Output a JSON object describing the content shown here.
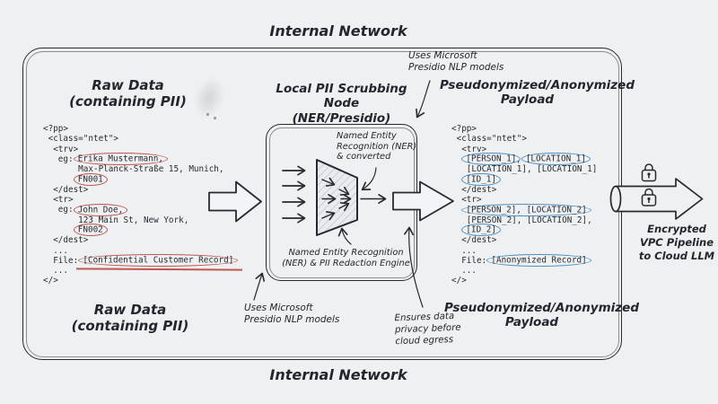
{
  "colors": {
    "background": "#eef0f2",
    "ink": "#23272d",
    "red": "#bf574f",
    "blue": "#4a90c6"
  },
  "labels": {
    "top_network": "Internal Network",
    "bottom_network": "Internal Network",
    "raw_data_title": "Raw Data\n(containing PII)",
    "raw_data_caption": "Raw Data\n(containing PII)",
    "node_title": "Local PII Scrubbing Node\n(NER/Presidio)",
    "payload_title": "Pseudonymized/Anonymized\nPayload",
    "payload_caption": "Pseudonymized/Anonymized\nPayload",
    "encrypted_pipeline": "Encrypted\nVPC Pipeline\nto Cloud LLM"
  },
  "annotations": {
    "uses_presidio_top": "Uses Microsoft\nPresidio NLP models",
    "uses_presidio_bottom": "Uses Microsoft\nPresidio NLP models",
    "ner_converted": "Named Entity\nRecognition (NER)\n& converted",
    "ner_redaction": "Named Entity Recognition\n(NER) & PII Redaction Engine",
    "ensures_privacy": "Ensures data\nprivacy before\ncloud egress"
  },
  "raw_code": {
    "lines": [
      [
        {
          "t": "<?pp>"
        }
      ],
      [
        {
          "t": " <class=\"ntet\">"
        }
      ],
      [
        {
          "t": "  <trv>"
        }
      ],
      [
        {
          "t": "   eg: "
        },
        {
          "t": "Erika Mustermann,",
          "h": "red"
        }
      ],
      [
        {
          "t": "       Max-Planck-Straße 15, Munich,"
        }
      ],
      [
        {
          "t": "       "
        },
        {
          "t": "FN001",
          "h": "red"
        }
      ],
      [
        {
          "t": "  </dest>"
        }
      ],
      [
        {
          "t": "  <tr>"
        }
      ],
      [
        {
          "t": "   eg: "
        },
        {
          "t": "John Doe,",
          "h": "red"
        }
      ],
      [
        {
          "t": "       123 Main St, New York,"
        }
      ],
      [
        {
          "t": "       "
        },
        {
          "t": "FN002",
          "h": "red"
        }
      ],
      [
        {
          "t": "  </dest>"
        }
      ],
      [
        {
          "t": "  ..."
        }
      ],
      [
        {
          "t": "  File: "
        },
        {
          "t": "[Confidential Customer Record]",
          "h": "red",
          "u": true
        }
      ],
      [
        {
          "t": "  ..."
        }
      ],
      [
        {
          "t": "</>"
        }
      ]
    ]
  },
  "anon_code": {
    "lines": [
      [
        {
          "t": "<?pp>"
        }
      ],
      [
        {
          "t": " <class=\"ntet\">"
        }
      ],
      [
        {
          "t": "  <trv>"
        }
      ],
      [
        {
          "t": "   "
        },
        {
          "t": "[PERSON_1]",
          "h": "blue"
        },
        {
          "t": ", "
        },
        {
          "t": "[LOCATION_1]",
          "h": "blue"
        }
      ],
      [
        {
          "t": "   [LOCATION_1], [LOCATION_1]"
        }
      ],
      [
        {
          "t": "   "
        },
        {
          "t": "[ID_1]",
          "h": "blue"
        }
      ],
      [
        {
          "t": "  </dest>"
        }
      ],
      [
        {
          "t": "  <tr>"
        }
      ],
      [
        {
          "t": "   "
        },
        {
          "t": "[PERSON_2], [LOCATION_2]",
          "h": "blue"
        }
      ],
      [
        {
          "t": "   [PERSON_2], [LOCATION_2],"
        }
      ],
      [
        {
          "t": "   "
        },
        {
          "t": "[ID_2]",
          "h": "blue"
        }
      ],
      [
        {
          "t": "  </dest>"
        }
      ],
      [
        {
          "t": "  ..."
        }
      ],
      [
        {
          "t": "  File: "
        },
        {
          "t": "[Anonymized Record]",
          "h": "blue"
        }
      ],
      [
        {
          "t": "  ..."
        }
      ],
      [
        {
          "t": "</>"
        }
      ]
    ]
  }
}
